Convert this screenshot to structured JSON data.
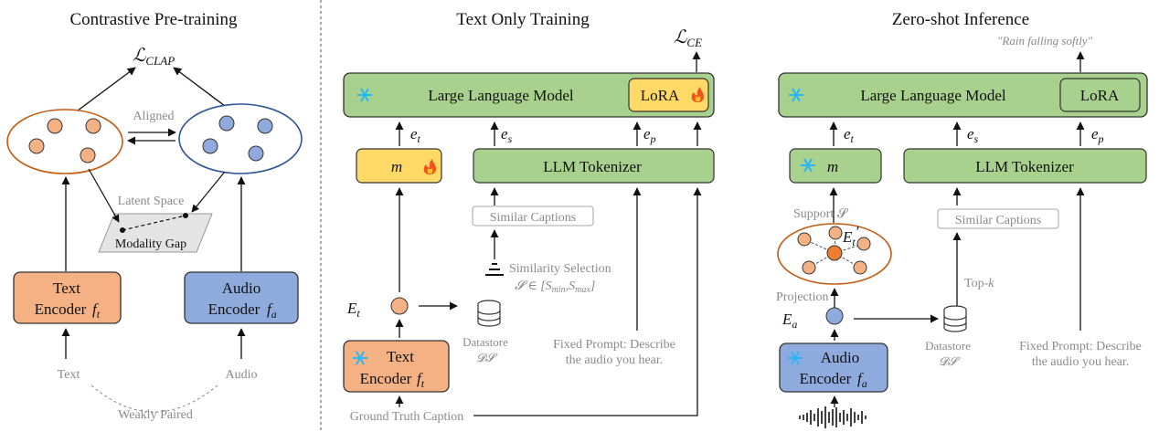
{
  "colors": {
    "orange_fill": "#f4b183",
    "orange_stroke": "#c55a11",
    "blue_fill": "#8faadc",
    "blue_stroke": "#2f5597",
    "green_fill": "#a9d18e",
    "yellow_fill": "#ffd966",
    "gray_text": "#8a8a8a",
    "snowflake": "#29b6f6",
    "fire": "#f4511e"
  },
  "panel1": {
    "title": "Contrastive Pre-training",
    "loss_main": "ℒ",
    "loss_sub": "CLAP",
    "aligned": "Aligned",
    "latent_space": "Latent Space",
    "modality_gap": "Modality Gap",
    "text_encoder_line1": "Text",
    "text_encoder_line2": "Encoder",
    "text_encoder_sym": "f",
    "text_encoder_sub": "t",
    "audio_encoder_line1": "Audio",
    "audio_encoder_line2": "Encoder",
    "audio_encoder_sym": "f",
    "audio_encoder_sub": "a",
    "text_input": "Text",
    "audio_input": "Audio",
    "weakly_paired": "Weakly Paired"
  },
  "panel2": {
    "title": "Text Only Training",
    "loss_main": "ℒ",
    "loss_sub": "CE",
    "llm": "Large Language Model",
    "lora": "LoRA",
    "m": "m",
    "tokenizer": "LLM Tokenizer",
    "e_t": "e",
    "e_t_sub": "t",
    "e_s": "e",
    "e_s_sub": "s",
    "e_p": "e",
    "e_p_sub": "p",
    "similar_captions": "Similar Captions",
    "similarity_selection": "Similarity Selection",
    "S_range": "𝓢 ∈ [S",
    "S_min_sub": "min",
    "S_comma": ",S",
    "S_max_sub": "max",
    "S_close": "]",
    "E_t": "E",
    "E_t_sub": "t",
    "datastore": "Datastore",
    "datastore_sym": "𝓓𝓢",
    "fixed_prompt_1": "Fixed Prompt: Describe",
    "fixed_prompt_2": "the audio you hear.",
    "text_encoder_line1": "Text",
    "text_encoder_line2": "Encoder",
    "text_encoder_sym": "f",
    "text_encoder_sub": "t",
    "ground_truth": "Ground Truth Caption"
  },
  "panel3": {
    "title": "Zero-shot Inference",
    "output": "\"Rain falling softly\"",
    "llm": "Large Language Model",
    "lora": "LoRA",
    "m": "m",
    "tokenizer": "LLM Tokenizer",
    "e_t": "e",
    "e_t_sub": "t",
    "e_s": "e",
    "e_s_sub": "s",
    "e_p": "e",
    "e_p_sub": "p",
    "similar_captions": "Similar Captions",
    "support": "Support 𝓢",
    "E_tp": "E",
    "E_tp_sub": "t",
    "E_tp_prime": "′",
    "projection": "Projection",
    "E_a": "E",
    "E_a_sub": "a",
    "topk": "Top-",
    "topk_k": "k",
    "datastore": "Datastore",
    "datastore_sym": "𝓓𝓢",
    "fixed_prompt_1": "Fixed Prompt: Describe",
    "fixed_prompt_2": "the audio you hear.",
    "audio_encoder_line1": "Audio",
    "audio_encoder_line2": "Encoder",
    "audio_encoder_sym": "f",
    "audio_encoder_sub": "a"
  }
}
